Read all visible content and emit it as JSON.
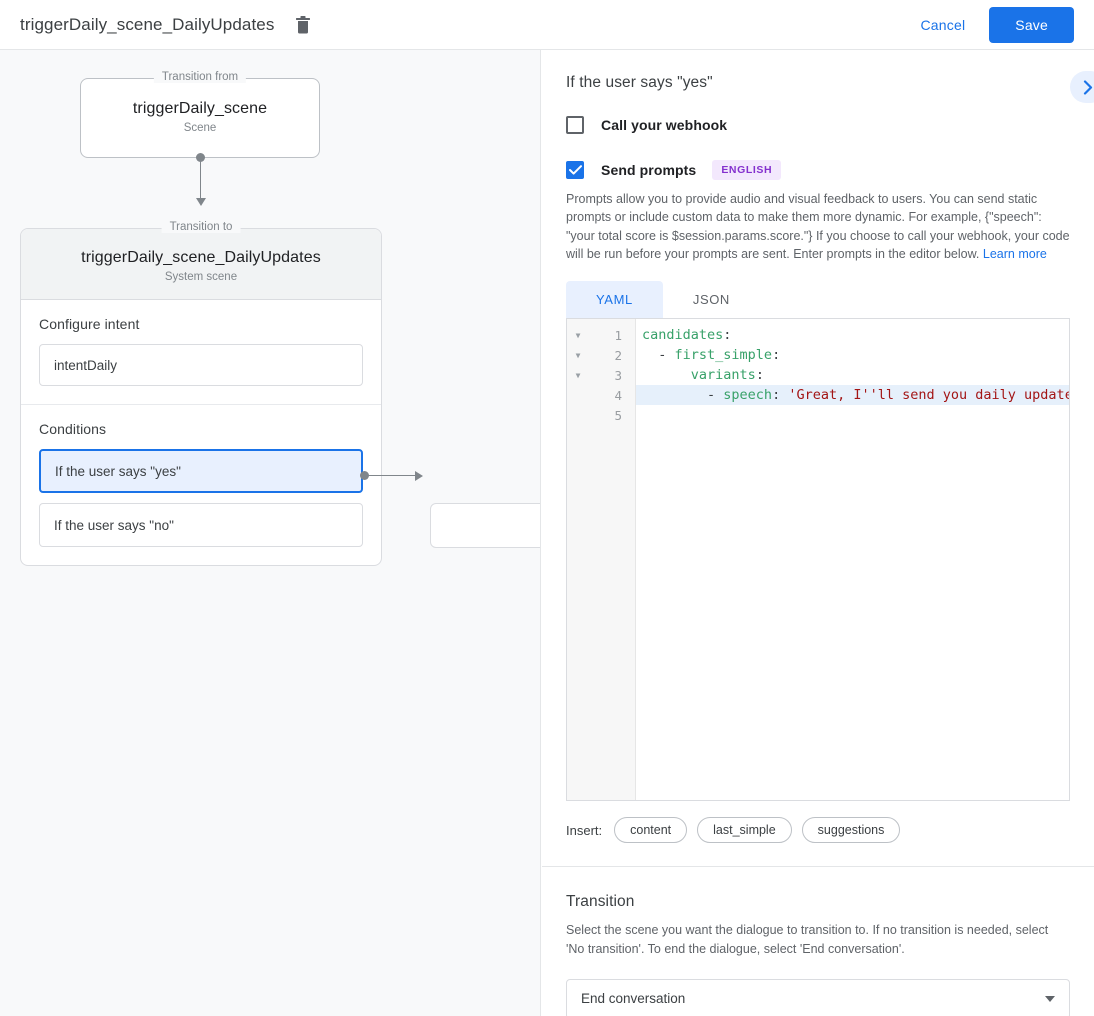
{
  "topbar": {
    "title": "triggerDaily_scene_DailyUpdates",
    "delete_icon": "trash-icon",
    "cancel_label": "Cancel",
    "save_label": "Save",
    "accent_color": "#1a73e8"
  },
  "canvas": {
    "from": {
      "legend": "Transition from",
      "name": "triggerDaily_scene",
      "type": "Scene"
    },
    "to": {
      "legend": "Transition to",
      "name": "triggerDaily_scene_DailyUpdates",
      "type": "System scene",
      "intent_section_label": "Configure intent",
      "intent_value": "intentDaily",
      "conditions_label": "Conditions",
      "conditions": [
        {
          "label": "If the user says \"yes\"",
          "selected": true
        },
        {
          "label": "If the user says \"no\"",
          "selected": false
        }
      ]
    }
  },
  "panel": {
    "title": "If the user says \"yes\"",
    "expand_icon": "chevron-right-icon",
    "webhook": {
      "label": "Call your webhook",
      "checked": false
    },
    "prompts": {
      "label": "Send prompts",
      "checked": true,
      "language_badge": "ENGLISH",
      "badge_bg": "#f3e8fd",
      "badge_fg": "#8430ce",
      "description": "Prompts allow you to provide audio and visual feedback to users. You can send static prompts or include custom data to make them more dynamic. For example, {\"speech\": \"your total score is $session.params.score.\"} If you choose to call your webhook, your code will be run before your prompts are sent. Enter prompts in the editor below.",
      "learn_more": "Learn more"
    },
    "editor": {
      "tabs": [
        {
          "label": "YAML",
          "active": true
        },
        {
          "label": "JSON",
          "active": false
        }
      ],
      "line_numbers": [
        "1",
        "2",
        "3",
        "4",
        "5"
      ],
      "foldable": [
        true,
        true,
        true,
        false,
        false
      ],
      "highlighted_line": 4,
      "lines": [
        {
          "indent": 0,
          "key": "candidates",
          "colon": ":",
          "value": ""
        },
        {
          "indent": 1,
          "dash": "- ",
          "key": "first_simple",
          "colon": ":",
          "value": ""
        },
        {
          "indent": 2,
          "key": "variants",
          "colon": ":",
          "value": ""
        },
        {
          "indent": 3,
          "dash": "- ",
          "key": "speech",
          "colon": ":",
          "value": " 'Great, I''ll send you daily updates."
        },
        {
          "indent": 0,
          "key": "",
          "colon": "",
          "value": ""
        }
      ],
      "raw_text": "candidates:\n  - first_simple:\n      variants:\n        - speech: 'Great, I''ll send you daily updates."
    },
    "insert": {
      "label": "Insert:",
      "chips": [
        "content",
        "last_simple",
        "suggestions"
      ]
    },
    "transition": {
      "title": "Transition",
      "description": "Select the scene you want the dialogue to transition to. If no transition is needed, select 'No transition'. To end the dialogue, select 'End conversation'.",
      "selected": "End conversation",
      "caret_icon": "chevron-down-icon"
    }
  }
}
